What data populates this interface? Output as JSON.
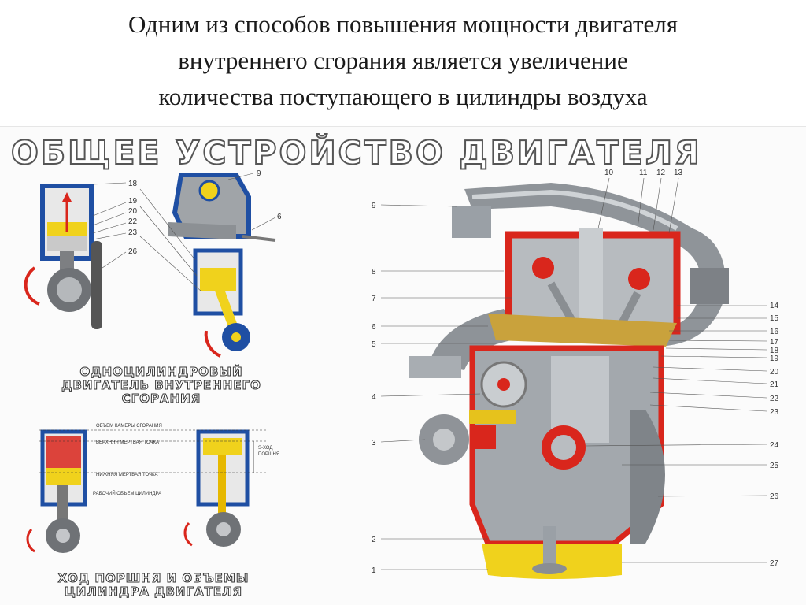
{
  "heading": {
    "line1": "Одним из способов повышения мощности двигателя",
    "line2": "внутреннего сгорания является увеличение",
    "line3": "количества поступающего в цилиндры воздуха"
  },
  "poster": {
    "title": "ОБЩЕЕ УСТРОЙСТВО ДВИГАТЕЛЯ",
    "caption_single_line1": "ОДНОЦИЛИНДРОВЫЙ",
    "caption_single_line2": "ДВИГАТЕЛЬ ВНУТРЕННЕГО",
    "caption_single_line3": "СГОРАНИЯ",
    "caption_stroke_line1": "ХОД ПОРШНЯ И ОБЪЕМЫ",
    "caption_stroke_line2": "ЦИЛИНДРА ДВИГАТЕЛЯ",
    "stroke_labels": {
      "chamber": "ОБЪЕМ КАМЕРЫ СГОРАНИЯ",
      "tdc": "ВЕРХНЯЯ МЕРТВАЯ ТОЧКА",
      "bdc": "НИЖНЯЯ МЕРТВАЯ ТОЧКА",
      "working": "РАБОЧИЙ ОБЪЕМ ЦИЛИНДРА",
      "stroke_a": "S-ХОД",
      "stroke_b": "ПОРШНЯ"
    },
    "small_labels": [
      "18",
      "19",
      "20",
      "22",
      "23",
      "26",
      "9",
      "6"
    ],
    "left_labels": [
      "9",
      "8",
      "7",
      "6",
      "5",
      "4",
      "3",
      "2",
      "1"
    ],
    "top_labels": [
      "10",
      "11",
      "12",
      "13"
    ],
    "right_labels": [
      "14",
      "15",
      "16",
      "17",
      "18",
      "19",
      "20",
      "21",
      "22",
      "23",
      "24",
      "25",
      "26",
      "27"
    ],
    "colors": {
      "red": "#d9261c",
      "yellow": "#f0d21c",
      "blue": "#1f4fa3",
      "metal": "#9aa0a6"
    }
  }
}
